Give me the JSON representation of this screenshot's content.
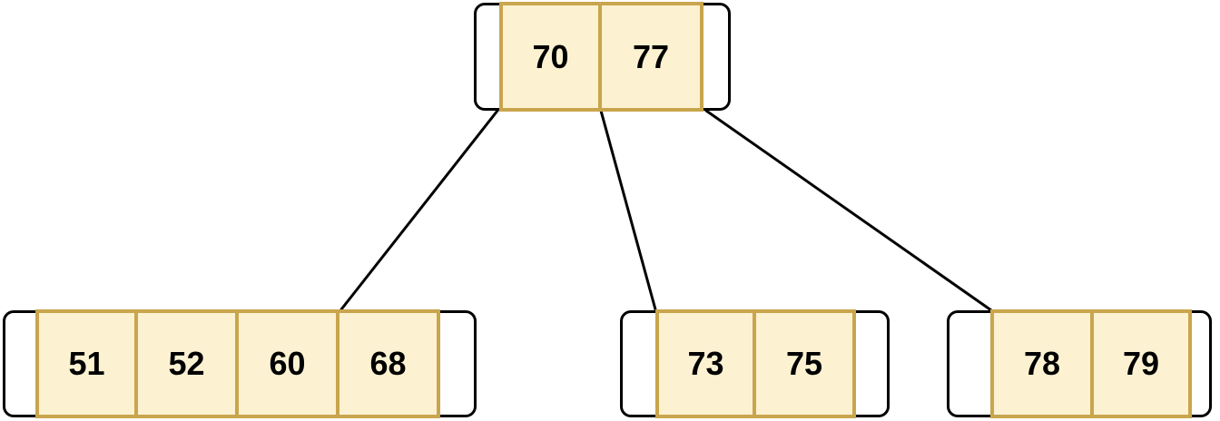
{
  "diagram": {
    "type": "b-tree",
    "colors": {
      "cell_fill": "#FCF2D2",
      "cell_stroke": "#C9A54D",
      "node_fill": "#FFFFFF",
      "node_stroke": "#000000",
      "edge_color": "#000000",
      "key_text": "#000000"
    },
    "nodes": {
      "root": {
        "keys": [
          "70",
          "77"
        ]
      },
      "left": {
        "keys": [
          "51",
          "52",
          "60",
          "68"
        ]
      },
      "middle": {
        "keys": [
          "73",
          "75"
        ]
      },
      "right": {
        "keys": [
          "78",
          "79"
        ]
      }
    },
    "edges": [
      {
        "from": "root",
        "to": "left"
      },
      {
        "from": "root",
        "to": "middle"
      },
      {
        "from": "root",
        "to": "right"
      }
    ]
  }
}
